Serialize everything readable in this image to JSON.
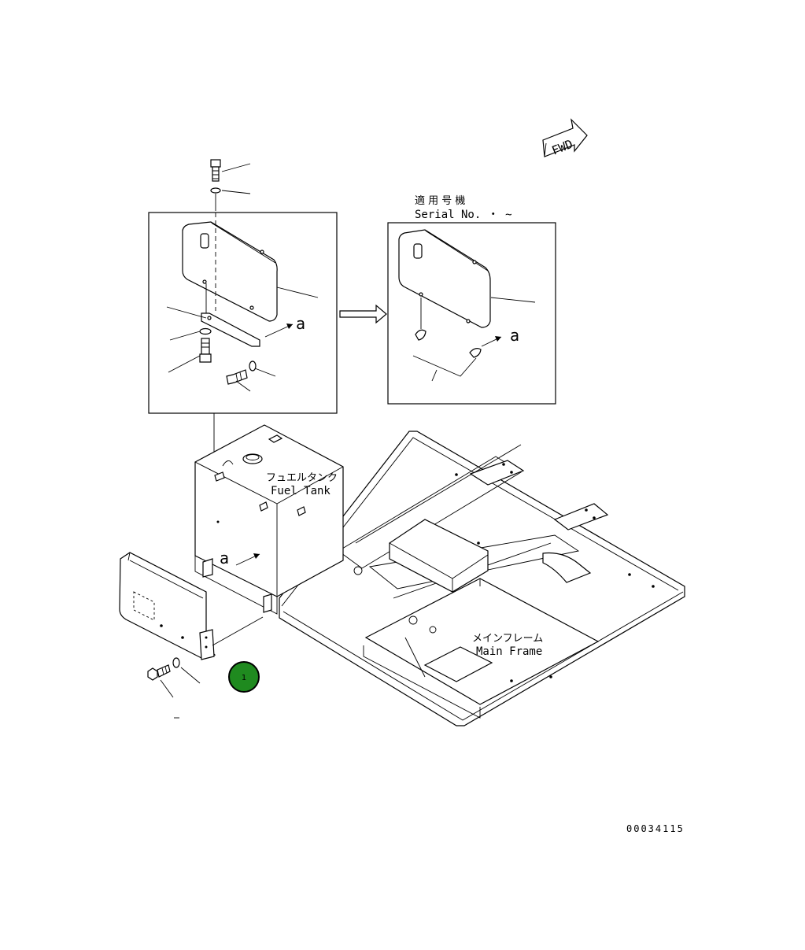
{
  "fwd_label": "FWD",
  "inset": {
    "serial_jp": "適 用 号 機",
    "serial_en": "Serial No.  ・  ~",
    "view_a_left": "a",
    "view_a_right": "a"
  },
  "fuel_tank": {
    "jp": "フュエルタンク",
    "en": "Fuel Tank"
  },
  "main_frame": {
    "jp": "メインフレーム",
    "en": "Main Frame"
  },
  "view_a_tank": "a",
  "callout": {
    "number": "1",
    "color": "#1f8a1f"
  },
  "drawing_number": "00034115"
}
